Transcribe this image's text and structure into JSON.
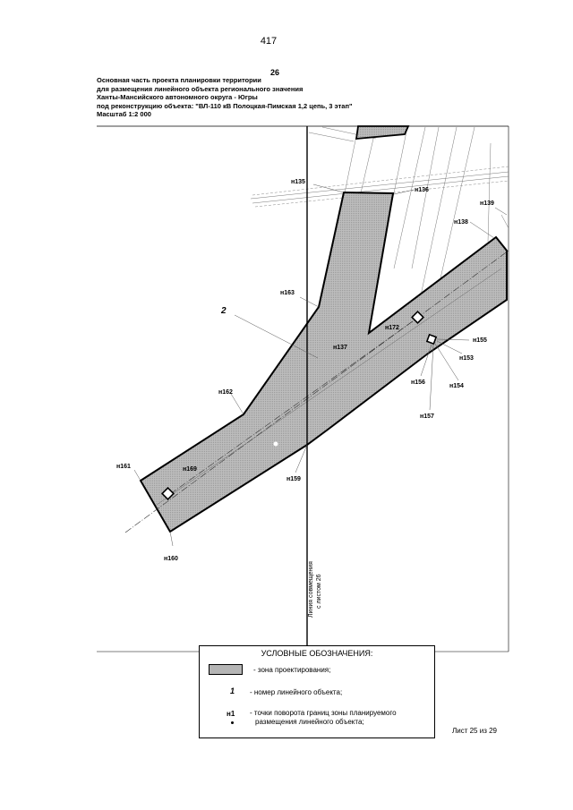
{
  "page_number": "417",
  "sheet_number": "26",
  "header": {
    "line1": "Основная часть проекта планировки территории",
    "line2": "для размещения линейного объекта регионального значения",
    "line3": "Ханты-Мансийского автономного округа - Югры",
    "line4": "под реконструкцию объекта: \"ВЛ-110 кВ Полоцкая-Пимская 1,2 цепь, 3 этап\"",
    "scale": "Масштаб 1:2 000"
  },
  "map": {
    "object_number": "2",
    "points": {
      "n135": "н135",
      "n136": "н136",
      "n139": "н139",
      "n138": "н138",
      "n163": "н163",
      "n172": "н172",
      "n137": "н137",
      "n155": "н155",
      "n153": "н153",
      "n154": "н154",
      "n156": "н156",
      "n162": "н162",
      "n157": "н157",
      "n161": "н161",
      "n169": "н169",
      "n159": "н159",
      "n160": "н160"
    },
    "match_line_1": "Линия совмещения",
    "match_line_2": "с листом 26",
    "zone_fill": "#b5b5b5"
  },
  "legend": {
    "title": "УСЛОВНЫЕ ОБОЗНАЧЕНИЯ:",
    "zone_label": "- зона проектирования;",
    "number_symbol": "1",
    "number_label": "-  номер линейного объекта;",
    "point_symbol": "н1",
    "point_label_1": "- точки поворота границ зоны планируемого",
    "point_label_2": "размещения линейного объекта;"
  },
  "footer": "Лист 25 из 29"
}
